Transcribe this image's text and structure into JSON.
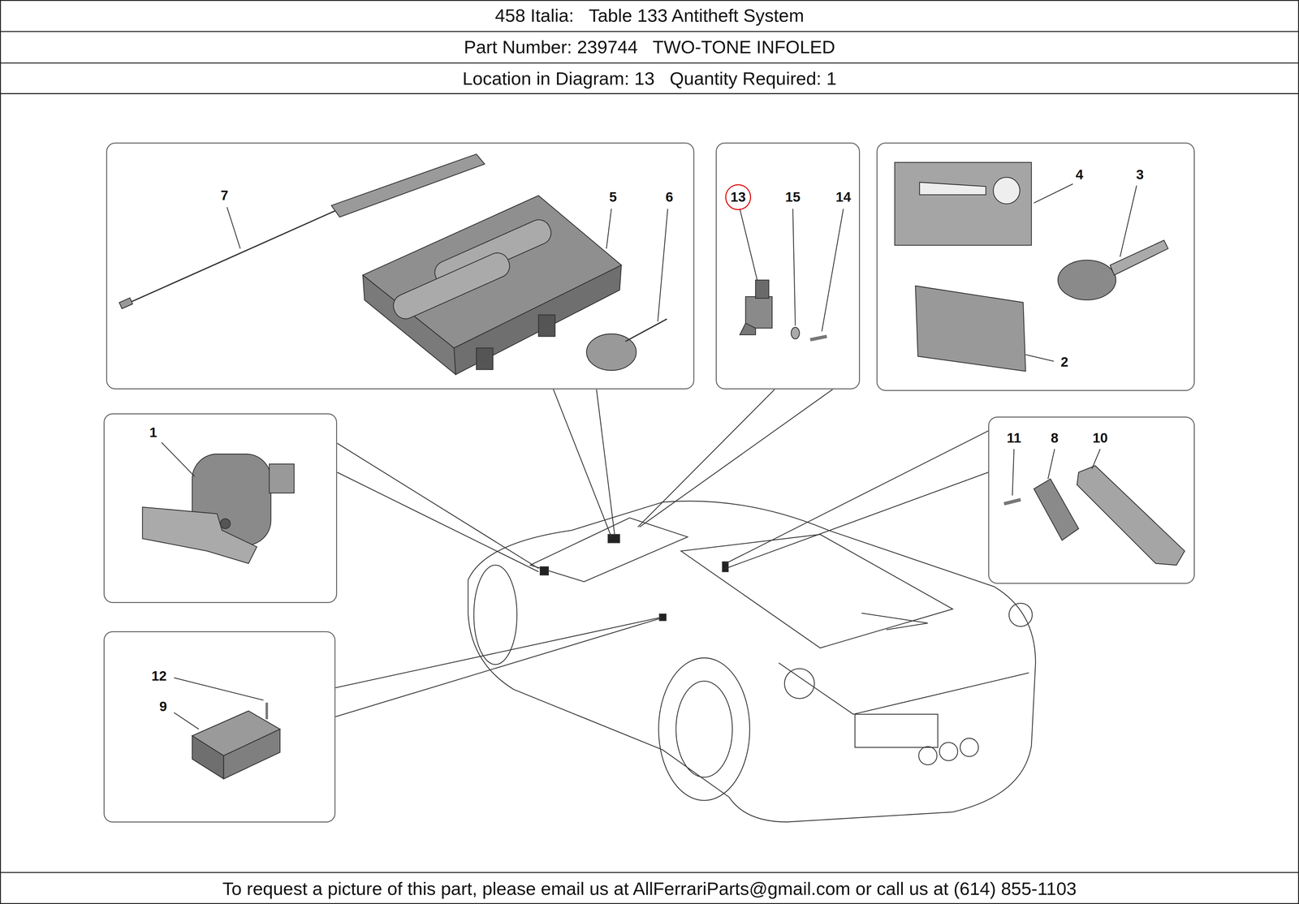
{
  "diagram": {
    "title": "458 Italia:   Table 133 Antitheft System",
    "caption": "To request a picture of this part, please email us at AllFerrariParts@gmail.com or call us at (614) 855-1103",
    "nodes": [
      {
        "text": [
          "7",
          "5",
          "6"
        ]
      },
      {
        "text": [
          "13",
          "15",
          "14"
        ]
      },
      {
        "text": [
          "4",
          "3",
          "2"
        ]
      },
      {
        "text": [
          "1"
        ]
      },
      {
        "text": [
          "11",
          "8",
          "10"
        ]
      },
      {
        "text": [
          "12",
          "9"
        ]
      }
    ],
    "labels": [
      "Part Number: 239744   TWO-TONE INFOLED",
      "Location in Diagram: 13   Quantity Required: 1"
    ]
  }
}
